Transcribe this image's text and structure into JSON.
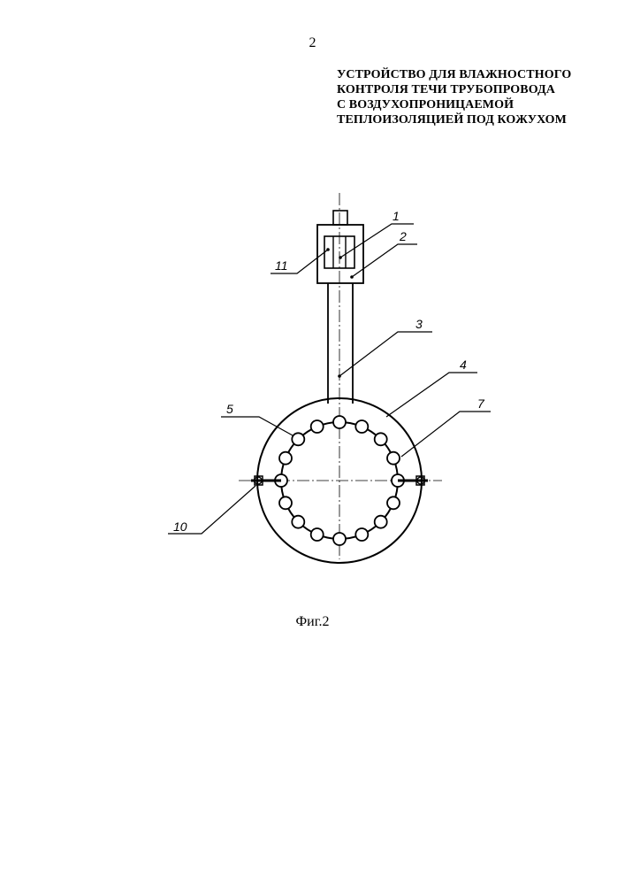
{
  "page_number": "2",
  "title_lines": [
    "УСТРОЙСТВО ДЛЯ ВЛАЖНОСТНОГО",
    "КОНТРОЛЯ ТЕЧИ ТРУБОПРОВОДА",
    "С ВОЗДУХОПРОНИЦАЕМОЙ",
    "ТЕПЛОИЗОЛЯЦИЕЙ ПОД КОЖУХОМ"
  ],
  "labels": {
    "l1": "1",
    "l2": "2",
    "l3": "3",
    "l4": "4",
    "l5": "5",
    "l7": "7",
    "l10": "10",
    "l11": "11"
  },
  "caption": "Фиг.2"
}
